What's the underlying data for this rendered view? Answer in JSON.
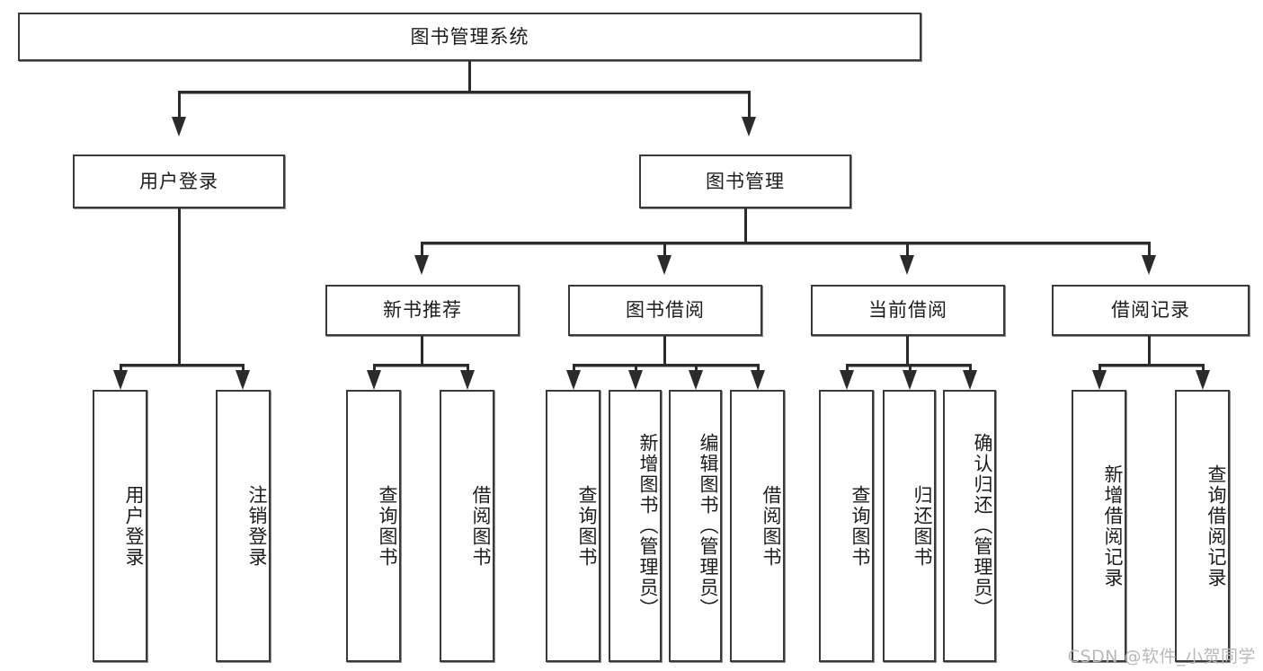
{
  "diagram": {
    "title": "图书管理系统",
    "watermark": "CSDN @软件_小贺同学",
    "colors": {
      "box_border": "#3a3a3a",
      "box_fill": "#ffffff",
      "connector": "#2b2b2b",
      "text": "#1c1c1c",
      "watermark": "#b9b9b9"
    },
    "root": {
      "label": "图书管理系统"
    },
    "level2": [
      {
        "label": "用户登录"
      },
      {
        "label": "图书管理"
      }
    ],
    "level3": [
      {
        "label": "新书推荐"
      },
      {
        "label": "图书借阅"
      },
      {
        "label": "当前借阅"
      },
      {
        "label": "借阅记录"
      }
    ],
    "leaves": {
      "user_login": [
        {
          "label": "用户登录"
        },
        {
          "label": "注销登录"
        }
      ],
      "new_book_recommend": [
        {
          "label": "查询图书"
        },
        {
          "label": "借阅图书"
        }
      ],
      "book_borrow": [
        {
          "label": "查询图书"
        },
        {
          "label": "新增图书（管理员）"
        },
        {
          "label": "编辑图书（管理员）"
        },
        {
          "label": "借阅图书"
        }
      ],
      "current_borrow": [
        {
          "label": "查询图书"
        },
        {
          "label": "归还图书"
        },
        {
          "label": "确认归还（管理员）"
        }
      ],
      "borrow_record": [
        {
          "label": "新增借阅记录"
        },
        {
          "label": "查询借阅记录"
        }
      ]
    }
  }
}
